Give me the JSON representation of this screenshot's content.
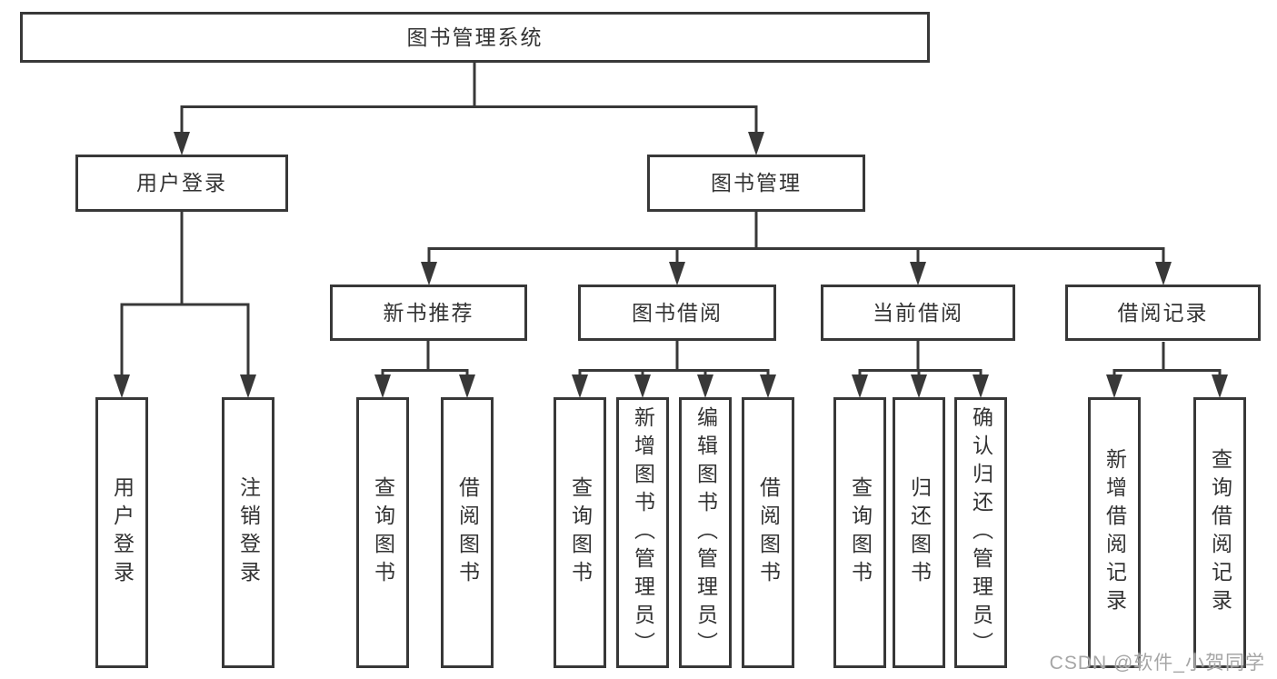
{
  "tree": {
    "label": "图书管理系统",
    "children": [
      {
        "label": "用户登录",
        "children": [
          {
            "label": "用户登录"
          },
          {
            "label": "注销登录"
          }
        ]
      },
      {
        "label": "图书管理",
        "children": [
          {
            "label": "新书推荐",
            "children": [
              {
                "label": "查询图书"
              },
              {
                "label": "借阅图书"
              }
            ]
          },
          {
            "label": "图书借阅",
            "children": [
              {
                "label": "查询图书"
              },
              {
                "label": "新增图书（管理员）"
              },
              {
                "label": "编辑图书（管理员）"
              },
              {
                "label": "借阅图书"
              }
            ]
          },
          {
            "label": "当前借阅",
            "children": [
              {
                "label": "查询图书"
              },
              {
                "label": "归还图书"
              },
              {
                "label": "确认归还（管理员）"
              }
            ]
          },
          {
            "label": "借阅记录",
            "children": [
              {
                "label": "新增借阅记录"
              },
              {
                "label": "查询借阅记录"
              }
            ]
          }
        ]
      }
    ]
  },
  "watermark": "CSDN @软件_小贺同学",
  "colors": {
    "line": "#383838",
    "text": "#333333",
    "background": "#ffffff",
    "watermark": "#a6a6a6"
  }
}
